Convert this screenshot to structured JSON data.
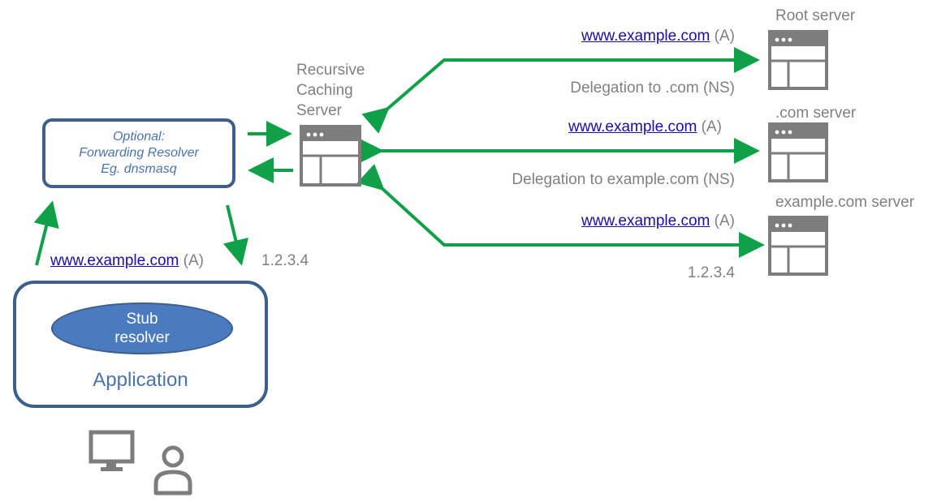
{
  "colors": {
    "arrow": "#10a148",
    "server": "#7d7d7d",
    "box_border": "#3e5f8a",
    "stub_fill": "#4a7ac0",
    "text_gray": "#808080",
    "link": "#1a0dab"
  },
  "recursive_server": {
    "label_lines": [
      "Recursive",
      "Caching",
      "Server"
    ],
    "icon": "server-icon"
  },
  "forwarding_resolver": {
    "lines": [
      "Optional:",
      "Forwarding Resolver",
      "Eg. dnsmasq"
    ]
  },
  "application": {
    "stub_lines": [
      "Stub",
      "resolver"
    ],
    "label": "Application",
    "icons": [
      "monitor-icon",
      "user-icon"
    ]
  },
  "client_query": {
    "domain": "www.example.com",
    "type": "(A)",
    "answer": "1.2.3.4"
  },
  "root": {
    "name": "Root server",
    "query_domain": "www.example.com",
    "query_type": "(A)",
    "response": "Delegation to .com (NS)"
  },
  "com": {
    "name": ".com server",
    "query_domain": "www.example.com",
    "query_type": "(A)",
    "response": "Delegation to example.com (NS)"
  },
  "example": {
    "name": "example.com server",
    "query_domain": "www.example.com",
    "query_type": "(A)",
    "response": "1.2.3.4"
  }
}
